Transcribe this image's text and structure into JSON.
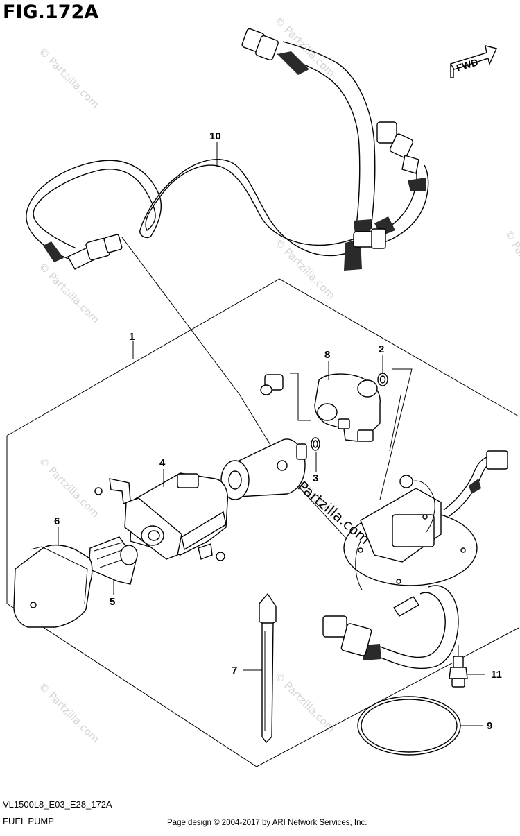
{
  "figure": {
    "title": "FIG.172A",
    "code": "VL1500L8_E03_E28_172A",
    "name": "FUEL PUMP",
    "credit": "Page design © 2004-2017 by ARI Network Services, Inc.",
    "direction_label": "FWD",
    "watermark": "© Partzilla.com",
    "center_watermark": "Partzilla.com"
  },
  "callouts": [
    "1",
    "2",
    "3",
    "4",
    "5",
    "6",
    "7",
    "8",
    "9",
    "10",
    "11"
  ]
}
